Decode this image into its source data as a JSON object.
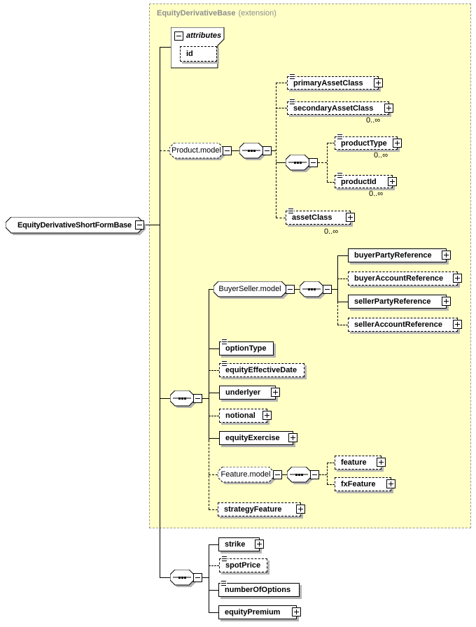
{
  "extension": {
    "title": "EquityDerivativeBase",
    "subtitle": "(extension)"
  },
  "root": {
    "label": "EquityDerivativeShortFormBase"
  },
  "attributes_box": {
    "header": "attributes",
    "attrs": [
      {
        "label": "id"
      }
    ]
  },
  "nodes": {
    "product_model": {
      "label": "Product.model",
      "kind": "model-group",
      "optional": true
    },
    "primary_asset_class": {
      "label": "primaryAssetClass",
      "optional": true
    },
    "secondary_asset_class": {
      "label": "secondaryAssetClass",
      "optional": true,
      "occurs": "0..∞"
    },
    "product_type": {
      "label": "productType",
      "optional": true,
      "occurs": "0..∞"
    },
    "product_id": {
      "label": "productId",
      "optional": true,
      "occurs": "0..∞"
    },
    "asset_class": {
      "label": "assetClass",
      "optional": true,
      "occurs": "0..∞"
    },
    "buyer_seller_model": {
      "label": "BuyerSeller.model",
      "kind": "model-group",
      "optional": false
    },
    "buyer_party_reference": {
      "label": "buyerPartyReference",
      "optional": false
    },
    "buyer_account_reference": {
      "label": "buyerAccountReference",
      "optional": true
    },
    "seller_party_reference": {
      "label": "sellerPartyReference",
      "optional": false
    },
    "seller_account_reference": {
      "label": "sellerAccountReference",
      "optional": true
    },
    "option_type": {
      "label": "optionType",
      "optional": false
    },
    "equity_effective_date": {
      "label": "equityEffectiveDate",
      "optional": true
    },
    "underlyer": {
      "label": "underlyer",
      "optional": false
    },
    "notional": {
      "label": "notional",
      "optional": true
    },
    "equity_exercise": {
      "label": "equityExercise",
      "optional": false
    },
    "feature_model": {
      "label": "Feature.model",
      "kind": "model-group",
      "optional": true
    },
    "feature": {
      "label": "feature",
      "optional": true
    },
    "fx_feature": {
      "label": "fxFeature",
      "optional": true
    },
    "strategy_feature": {
      "label": "strategyFeature",
      "optional": true
    },
    "strike": {
      "label": "strike",
      "optional": false
    },
    "spot_price": {
      "label": "spotPrice",
      "optional": true
    },
    "number_of_options": {
      "label": "numberOfOptions",
      "optional": false
    },
    "equity_premium": {
      "label": "equityPremium",
      "optional": false
    }
  },
  "icons": {
    "collapse": "minus-square",
    "expand": "plus-square",
    "sequence": "horizontal-line-with-three-dots",
    "simple_content": "three-horizontal-lines"
  },
  "colors": {
    "extension_bg": "#ffffc6",
    "extension_border": "#9a9a9a",
    "title": "#8e8e8e",
    "shadow": "#b4b4b4",
    "line": "#000000",
    "box_bg": "#ffffff",
    "text": "#000000"
  }
}
